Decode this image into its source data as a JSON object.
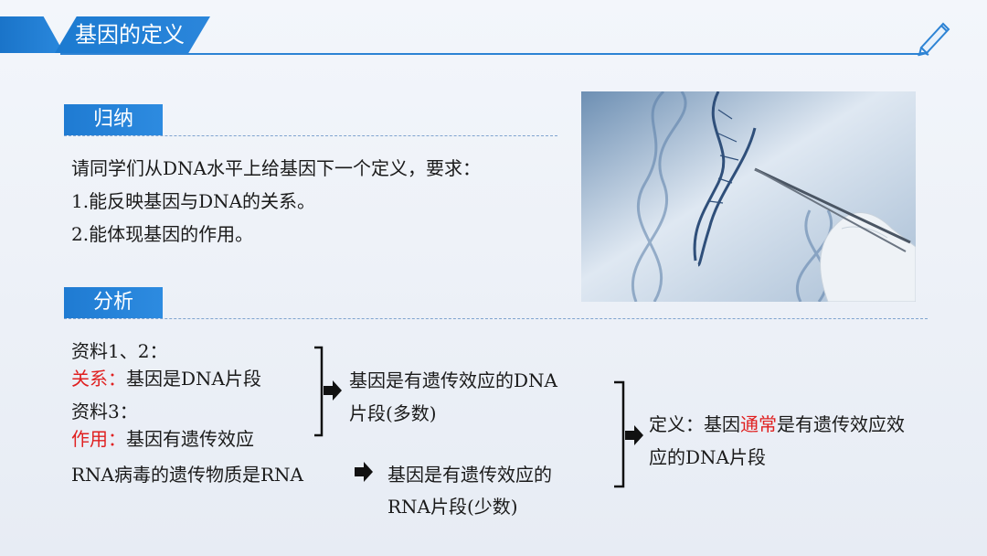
{
  "header": {
    "title": "基因的定义"
  },
  "summary": {
    "label": "归纳",
    "lines": [
      "请同学们从DNA水平上给基因下一个定义，要求：",
      "1.能反映基因与DNA的关系。",
      "2.能体现基因的作用。"
    ]
  },
  "analysis": {
    "label": "分析",
    "material12": "资料1、2：",
    "relation_key": "关系：",
    "relation_val": "基因是DNA片段",
    "material3": "资料3：",
    "function_key": "作用：",
    "function_val": "基因有遗传效应",
    "rna_virus": "RNA病毒的遗传物质是RNA",
    "dna_conclusion_1": "基因是有遗传效应的DNA",
    "dna_conclusion_2": "片段(多数)",
    "rna_conclusion_1": "基因是有遗传效应的",
    "rna_conclusion_2": "RNA片段(少数)",
    "definition_prefix": "定义：基因",
    "definition_highlight": "通常",
    "definition_suffix": "是有遗传效应",
    "definition_line2": "应的DNA片段",
    "definition_line1_end": "效"
  },
  "colors": {
    "accent": "#1f7bd2",
    "highlight": "#e02020"
  },
  "icons": {
    "pen": "pen-icon",
    "arrow": "arrow-right-icon"
  }
}
